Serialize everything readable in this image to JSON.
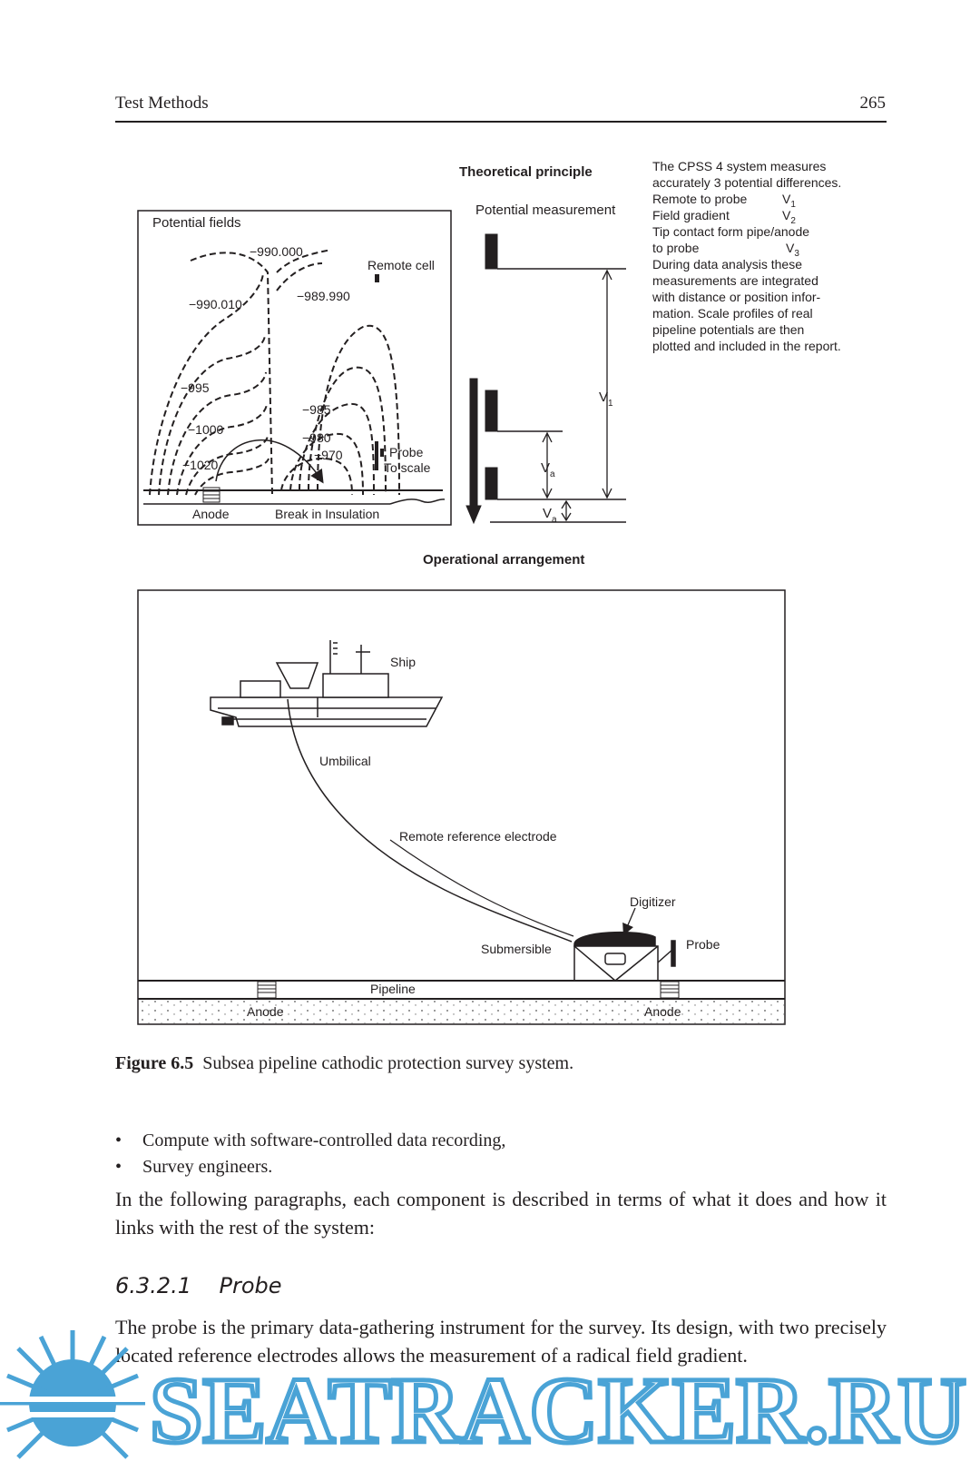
{
  "header": {
    "running_head": "Test Methods",
    "page_number": "265"
  },
  "figure": {
    "theoretical_title": "Theoretical principle",
    "potential_fields": {
      "title": "Potential fields",
      "labels": [
        "−990.000",
        "−990.010",
        "−989.990",
        "Remote cell",
        "−995",
        "−985",
        "−1000",
        "−980",
        "−970",
        "−1020",
        "Probe",
        "To scale",
        "Anode",
        "Break in Insulation"
      ]
    },
    "potential_measurement": {
      "title": "Potential measurement",
      "v1": "V",
      "v1_sub": "1",
      "va": "V",
      "va_sub": "a"
    },
    "description_lines": [
      "The CPSS 4 system measures",
      "accurately 3 potential differences.",
      "Remote to probe",
      "Field gradient",
      "Tip contact form pipe/anode",
      "to probe",
      "During data analysis these",
      "measurements are integrated",
      "with distance or position infor-",
      "mation. Scale profiles of real",
      "pipeline potentials are then",
      "plotted and included in the report."
    ],
    "description_vars": [
      {
        "v": "V",
        "sub": "1"
      },
      {
        "v": "V",
        "sub": "2"
      },
      {
        "v": "V",
        "sub": "3"
      }
    ],
    "operational_title": "Operational arrangement",
    "operational": {
      "ship": "Ship",
      "umbilical": "Umbilical",
      "remote_ref": "Remote reference electrode",
      "digitizer": "Digitizer",
      "submersible": "Submersible",
      "probe": "Probe",
      "pipeline": "Pipeline",
      "anode_left": "Anode",
      "anode_right": "Anode"
    },
    "caption_label": "Figure 6.5",
    "caption_text": "Subsea pipeline cathodic protection survey system."
  },
  "bullets": [
    "Compute with software-controlled data recording,",
    "Survey engineers."
  ],
  "paragraph_1": "In the following paragraphs, each component is described in terms of what it does and how it links with the rest of the system:",
  "section_heading": "6.3.2.1    Probe",
  "paragraph_2": "The probe is the primary data-gathering instrument for the survey. Its design, with two precisely located reference electrodes allows the measurement of a radical field gradient.",
  "watermark": {
    "text": "SEATRACKER.RU",
    "color": "#4aa3d6"
  }
}
